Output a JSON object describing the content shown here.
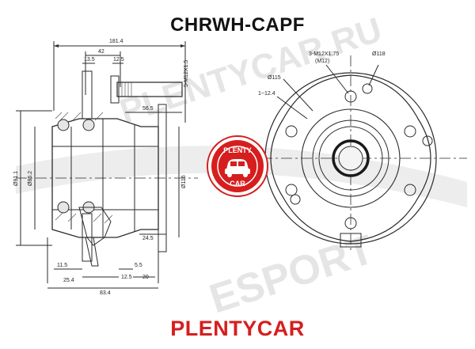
{
  "part_code": "CHRWH-CAPF",
  "brand_footer": "PLENTYCAR",
  "badge": {
    "top": "PLENTY",
    "bottom": "CAR"
  },
  "watermark": {
    "line1": "PLENTYCAR.RU",
    "line2": "ESPORT"
  },
  "colors": {
    "brand_red": "#d61e1e",
    "line": "#2a2a2a",
    "watermark": "#b9b9b9"
  },
  "side_view": {
    "dims": {
      "overall_width": "181.4",
      "flange_width": "42",
      "d13_5": "13.5",
      "d12_5": "12.5",
      "d56_5": "56.5",
      "stud_thread": "5-M12X1.5",
      "dia_91_1": "Ø91.1",
      "dia_86_2": "Ø86.2",
      "dia_116": "Ø116",
      "d24_5": "24.5",
      "d11_5": "11.5",
      "d25_4": "25.4",
      "d5_5": "5.5",
      "d12_5b": "12.5",
      "d20": "20",
      "d83_4": "83.4"
    }
  },
  "front_view": {
    "dims": {
      "holes": "3-M12X1.75",
      "holes_note": "(M12)",
      "dia_118": "Ø118",
      "dia_115": "Ø115",
      "angle": "1~12.4"
    }
  }
}
